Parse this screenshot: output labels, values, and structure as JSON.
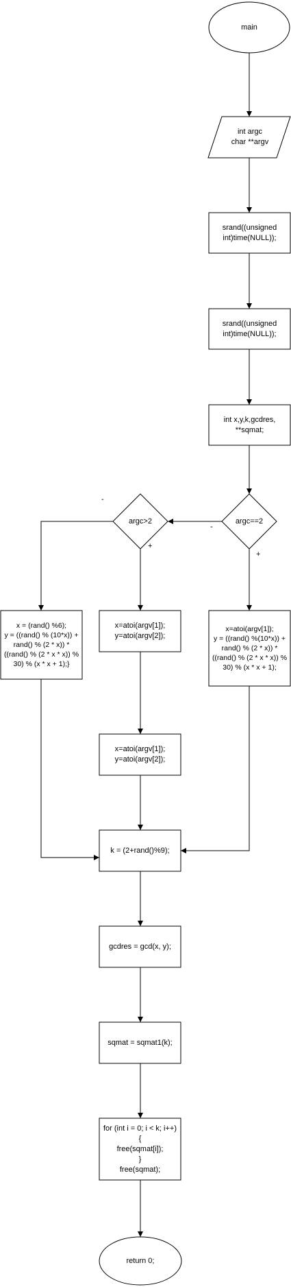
{
  "nodes": {
    "start": "main",
    "input": "int argc\nchar **argv",
    "srand1": "srand((unsigned int)time(NULL));",
    "srand2": "srand((unsigned int)time(NULL));",
    "decl": "int x,y,k,gcdres, **sqmat;",
    "cond_eq2": "argc==2",
    "cond_gt2": "argc>2",
    "rand_xy": "x = (rand() %6);\ny = ((rand() % (10*x)) + rand() % (2 * x)) * ((rand() % (2 * x * x)) % 30) % (x * x + 1);}",
    "atoi_xy1": "x=atoi(argv[1]);\ny=atoi(argv[2]);",
    "atoi_xy2": "x=atoi(argv[1]);\ny=atoi(argv[2]);",
    "atoi_rand": "x=atoi(argv[1]);\ny = ((rand() %(10*x)) + rand() % (2 * x)) * ((rand() % (2 * x * x)) % 30) % (x * x + 1);",
    "assign_k": "k = (2+rand()%9);",
    "gcd": "gcdres = gcd(x, y);",
    "sqmat": "sqmat = sqmat1(k);",
    "loop": "for (int i = 0; i < k; i++)\n{\nfree(sqmat[i]);\n}\nfree(sqmat);",
    "end": "return 0;"
  },
  "edge_labels": {
    "eq2_no": "-",
    "eq2_yes": "+",
    "gt2_no": "-",
    "gt2_yes": "+"
  }
}
